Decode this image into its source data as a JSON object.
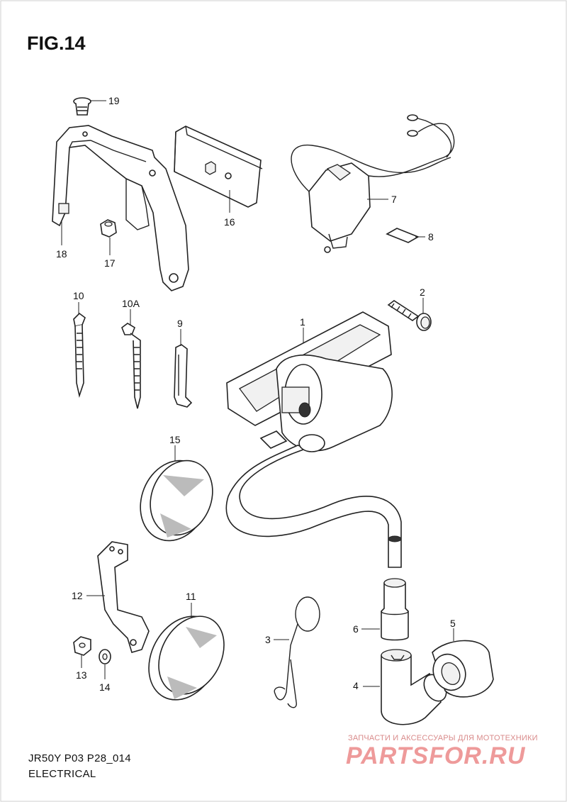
{
  "figure": {
    "title": "FIG.14"
  },
  "footer": {
    "code": "JR50Y P03 P28_014",
    "section": "ELECTRICAL"
  },
  "watermark": {
    "tagline": "ЗАПЧАСТИ И АКСЕССУАРЫ ДЛЯ МОТОТЕХНИКИ",
    "logo": "PARTSFOR.RU"
  },
  "callouts": {
    "c1": "1",
    "c2": "2",
    "c3": "3",
    "c4": "4",
    "c5": "5",
    "c6": "6",
    "c7": "7",
    "c8": "8",
    "c9": "9",
    "c10": "10",
    "c10a": "10A",
    "c11": "11",
    "c12": "12",
    "c13": "13",
    "c14": "14",
    "c15": "15",
    "c16": "16",
    "c17": "17",
    "c18": "18",
    "c19": "19"
  }
}
